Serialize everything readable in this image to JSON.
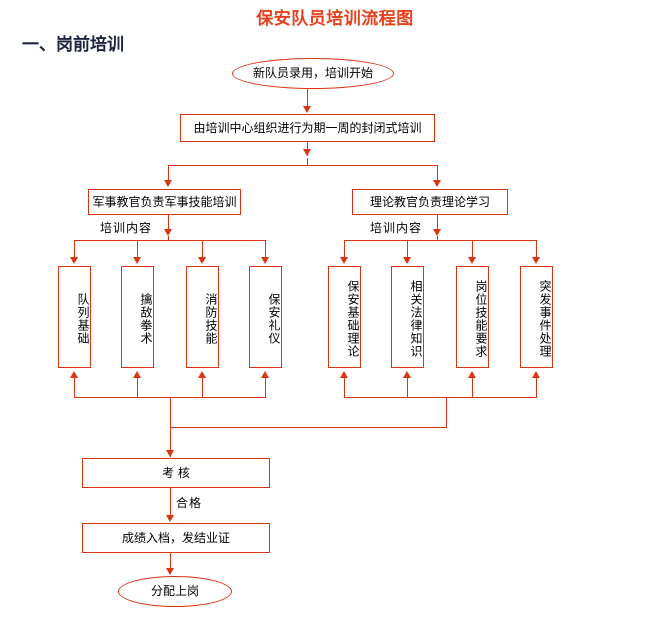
{
  "page": {
    "title": "保安队员培训流程图",
    "section_heading": "一、岗前培训",
    "title_color": "#E8401C",
    "heading_color": "#1C2440",
    "line_color": "#DD3311"
  },
  "chart_data": {
    "type": "diagram",
    "title": "保安队员培训流程图",
    "subtitle": "一、岗前培训",
    "nodes": [
      {
        "id": "start",
        "shape": "ellipse",
        "label": "新队员录用，培训开始"
      },
      {
        "id": "center",
        "shape": "rect",
        "label": "由培训中心组织进行为期一周的封闭式培训"
      },
      {
        "id": "military",
        "shape": "rect",
        "label": "军事教官负责军事技能培训"
      },
      {
        "id": "theory",
        "shape": "rect",
        "label": "理论教官负责理论学习"
      },
      {
        "id": "m1",
        "shape": "rect-tall",
        "label": "队列基础"
      },
      {
        "id": "m2",
        "shape": "rect-tall",
        "label": "擒敌拳术"
      },
      {
        "id": "m3",
        "shape": "rect-tall",
        "label": "消防技能"
      },
      {
        "id": "m4",
        "shape": "rect-tall",
        "label": "保安礼仪"
      },
      {
        "id": "t1",
        "shape": "rect-tall",
        "label": "保安基础理论"
      },
      {
        "id": "t2",
        "shape": "rect-tall",
        "label": "相关法律知识"
      },
      {
        "id": "t3",
        "shape": "rect-tall",
        "label": "岗位技能要求"
      },
      {
        "id": "t4",
        "shape": "rect-tall",
        "label": "突发事件处理"
      },
      {
        "id": "exam",
        "shape": "rect",
        "label": "考    核"
      },
      {
        "id": "archive",
        "shape": "rect",
        "label": "成绩入档，发结业证"
      },
      {
        "id": "assign",
        "shape": "ellipse",
        "label": "分配上岗"
      }
    ],
    "edge_labels": [
      {
        "id": "military-content",
        "label": "培训内容"
      },
      {
        "id": "theory-content",
        "label": "培训内容"
      },
      {
        "id": "pass",
        "label": "合格"
      }
    ],
    "edges": [
      {
        "from": "start",
        "to": "center"
      },
      {
        "from": "center",
        "to": "military"
      },
      {
        "from": "center",
        "to": "theory"
      },
      {
        "from": "military",
        "to": "m1",
        "label": "培训内容"
      },
      {
        "from": "military",
        "to": "m2",
        "label": "培训内容"
      },
      {
        "from": "military",
        "to": "m3",
        "label": "培训内容"
      },
      {
        "from": "military",
        "to": "m4",
        "label": "培训内容"
      },
      {
        "from": "theory",
        "to": "t1",
        "label": "培训内容"
      },
      {
        "from": "theory",
        "to": "t2",
        "label": "培训内容"
      },
      {
        "from": "theory",
        "to": "t3",
        "label": "培训内容"
      },
      {
        "from": "theory",
        "to": "t4",
        "label": "培训内容"
      },
      {
        "from": "m1",
        "to": "exam"
      },
      {
        "from": "m2",
        "to": "exam"
      },
      {
        "from": "m3",
        "to": "exam"
      },
      {
        "from": "m4",
        "to": "exam"
      },
      {
        "from": "t1",
        "to": "exam"
      },
      {
        "from": "t2",
        "to": "exam"
      },
      {
        "from": "t3",
        "to": "exam"
      },
      {
        "from": "t4",
        "to": "exam"
      },
      {
        "from": "exam",
        "to": "archive",
        "label": "合格"
      },
      {
        "from": "archive",
        "to": "assign"
      }
    ]
  },
  "nodes": {
    "start": "新队员录用，培训开始",
    "center": "由培训中心组织进行为期一周的封闭式培训",
    "military": "军事教官负责军事技能培训",
    "theory": "理论教官负责理论学习",
    "m1": "队列基础",
    "m2": "擒敌拳术",
    "m3": "消防技能",
    "m4": "保安礼仪",
    "t1": "保安基础理论",
    "t2": "相关法律知识",
    "t3": "岗位技能要求",
    "t4": "突发事件处理",
    "exam": "考    核",
    "archive": "成绩入档，发结业证",
    "assign": "分配上岗"
  },
  "labels": {
    "military_content": "培训内容",
    "theory_content": "培训内容",
    "pass": "合格"
  }
}
